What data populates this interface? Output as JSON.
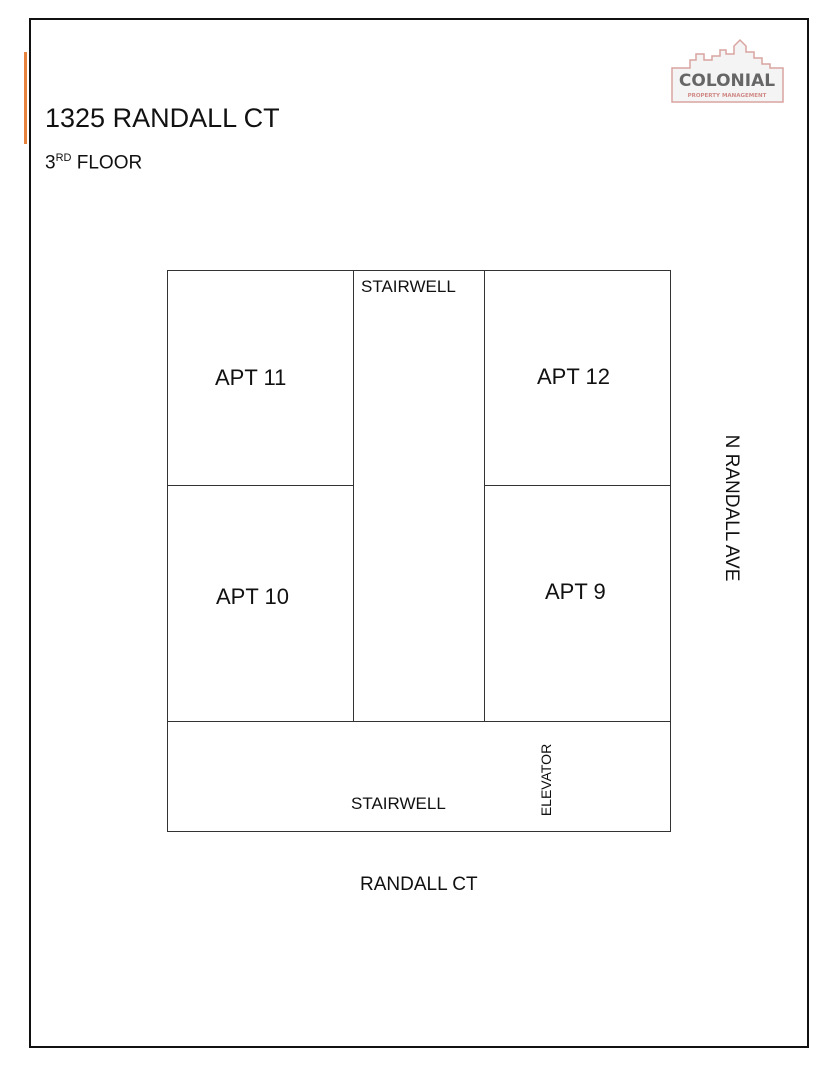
{
  "header": {
    "title": "1325 RANDALL CT",
    "floor_num": "3",
    "floor_sup": "RD",
    "floor_word": "FLOOR"
  },
  "logo": {
    "name": "COLONIAL",
    "tagline": "PROPERTY MANAGEMENT"
  },
  "plan": {
    "apt11": "APT 11",
    "apt12": "APT 12",
    "apt10": "APT 10",
    "apt9": "APT 9",
    "stair_top": "STAIRWELL",
    "stair_bottom": "STAIRWELL",
    "elevator": "ELEVATOR"
  },
  "streets": {
    "east": "N RANDALL AVE",
    "south": "RANDALL CT"
  },
  "colors": {
    "accent": "#e8833f",
    "logo": "#d9a3a0"
  }
}
